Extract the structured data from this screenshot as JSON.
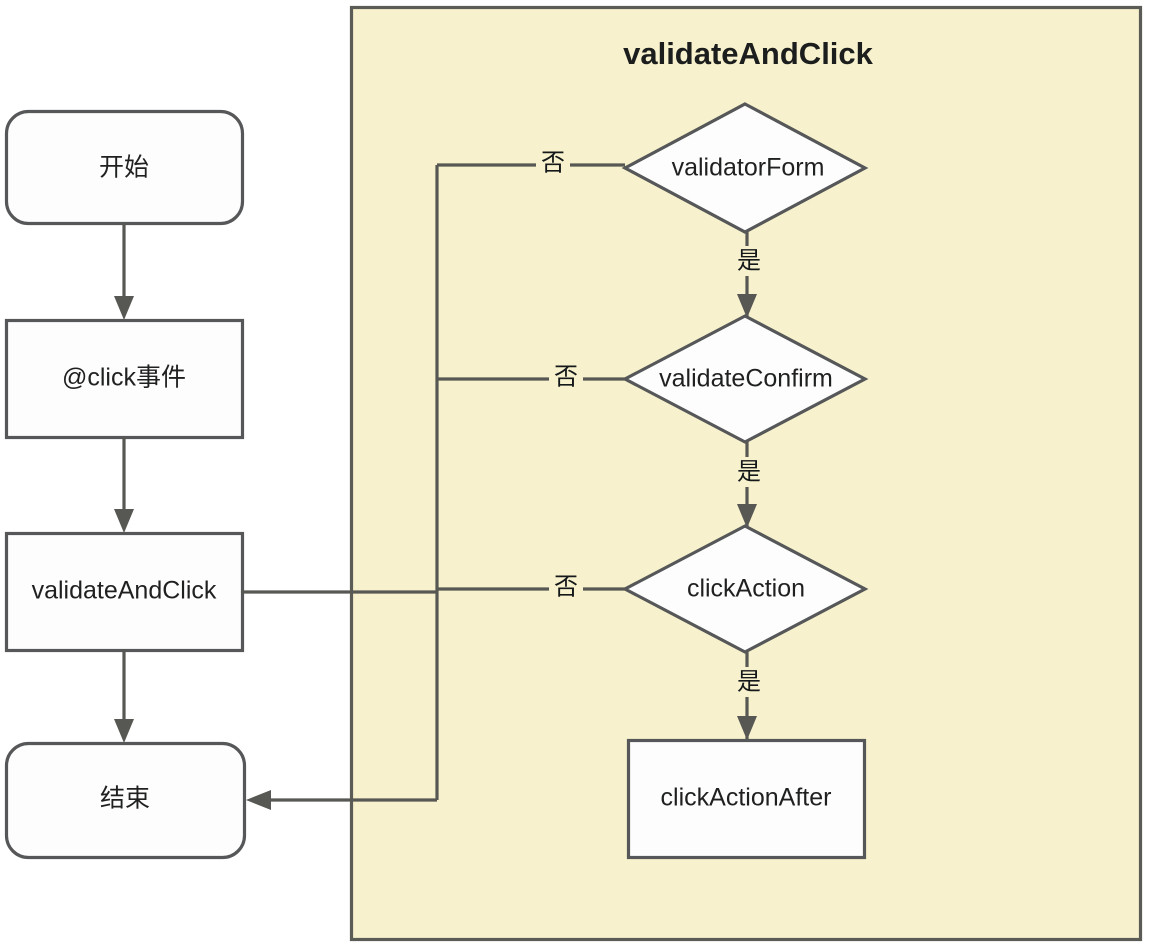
{
  "diagram": {
    "type": "flowchart",
    "direction": "top-to-bottom",
    "background_color": "#ffffff",
    "node_fill": "#fdfdfd",
    "node_stroke": "#555758",
    "edge_color": "#575853",
    "label_color": "#1f2020"
  },
  "subgraph": {
    "title": "validateAndClick",
    "fill": "#f7f2cd",
    "stroke": "#5b5c55"
  },
  "nodes": {
    "start": {
      "label": "开始",
      "shape": "stadium"
    },
    "click_event": {
      "label": "@click事件",
      "shape": "rect"
    },
    "validate_and_click": {
      "label": "validateAndClick",
      "shape": "rect"
    },
    "end": {
      "label": "结束",
      "shape": "stadium"
    },
    "validator_form": {
      "label": "validatorForm",
      "shape": "diamond"
    },
    "validate_confirm": {
      "label": "validateConfirm",
      "shape": "diamond"
    },
    "click_action": {
      "label": "clickAction",
      "shape": "diamond"
    },
    "click_action_after": {
      "label": "clickActionAfter",
      "shape": "rect"
    }
  },
  "edge_labels": {
    "no_1": "否",
    "no_2": "否",
    "no_3": "否",
    "yes_1": "是",
    "yes_2": "是",
    "yes_3": "是"
  }
}
